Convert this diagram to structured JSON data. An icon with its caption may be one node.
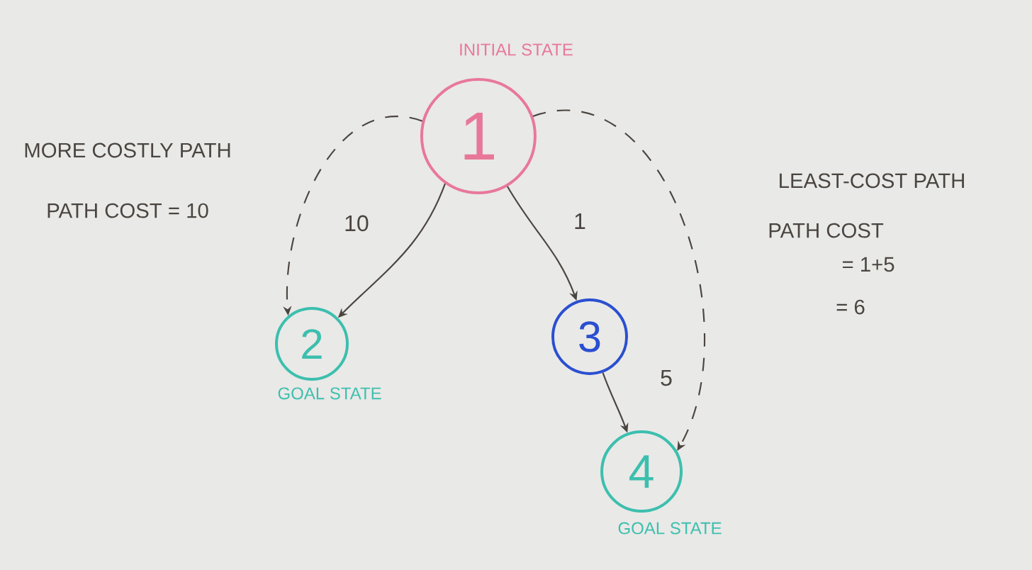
{
  "diagram": {
    "nodes": [
      {
        "text": [
          "1"
        ],
        "beside": [
          "INITIAL STATE"
        ]
      },
      {
        "text": [
          "2"
        ],
        "beside": [
          "GOAL STATE"
        ]
      },
      {
        "text": [
          "3"
        ]
      },
      {
        "text": [
          "4"
        ],
        "beside": [
          "GOAL STATE"
        ]
      }
    ],
    "edges": [
      {
        "from": 0,
        "to": 1,
        "arrow": "to",
        "label": "10"
      },
      {
        "from": 0,
        "to": 2,
        "arrow": "to",
        "label": "1"
      },
      {
        "from": 2,
        "to": 3,
        "arrow": "to",
        "label": "5"
      },
      {
        "from": 0,
        "to": 1,
        "arrow": "to",
        "style": "dashed"
      },
      {
        "from": 0,
        "to": 3,
        "arrow": "to",
        "style": "dashed"
      }
    ],
    "labels": [
      "MORE COSTLY PATH",
      "PATH COST = 10",
      "LEAST-COST PATH",
      "PATH COST",
      "= 1+5",
      "= 6"
    ]
  }
}
